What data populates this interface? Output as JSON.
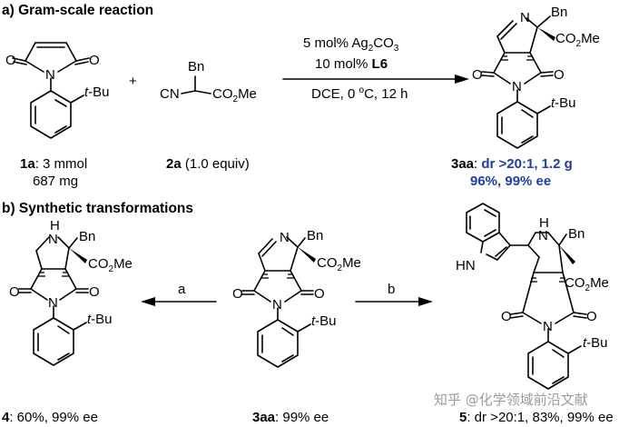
{
  "section_a": {
    "heading": "a) Gram-scale reaction",
    "arrow_conditions": {
      "line1_pre": "5 mol% Ag",
      "line1_sub": "2",
      "line1_post": "CO",
      "line1_sub2": "3",
      "line2_pre": "10 mol% ",
      "line2_bold": "L6",
      "line3_pre": "DCE, 0 ",
      "line3_sup": "o",
      "line3_post": "C, 12 h"
    },
    "plus": "+",
    "compound_1a": {
      "label": "1a",
      "amount1": ": 3 mmol",
      "amount2": "687 mg"
    },
    "compound_2a": {
      "label": "2a",
      "amount": " (1.0 equiv)"
    },
    "product_3aa": {
      "label": "3aa",
      "sep": ": ",
      "result1": "dr >20:1, 1.2 g",
      "result2": "96%, 99% ee"
    }
  },
  "section_b": {
    "heading": "b) Synthetic transformations",
    "arrow_a": "a",
    "arrow_b": "b",
    "compound_4": {
      "label": "4",
      "result": ": 60%, 99% ee"
    },
    "compound_3aa": {
      "label": "3aa",
      "result": ": 99% ee"
    },
    "compound_5": {
      "label": "5",
      "result": ": dr >20:1, 83%, 99% ee"
    }
  },
  "atoms": {
    "O": "O",
    "N": "N",
    "H": "H",
    "HN": "HN",
    "Bn": "Bn",
    "tBu_t": "t",
    "tBu_rest": "-Bu",
    "CO2Me_1": "CO",
    "CO2Me_2": "2",
    "CO2Me_3": "Me",
    "CN": "CN"
  },
  "watermark": "知乎 @化学领域前沿文献",
  "colors": {
    "highlight": "#1f3ea6",
    "ink": "#000000",
    "watermark": "#8a8a8a"
  }
}
